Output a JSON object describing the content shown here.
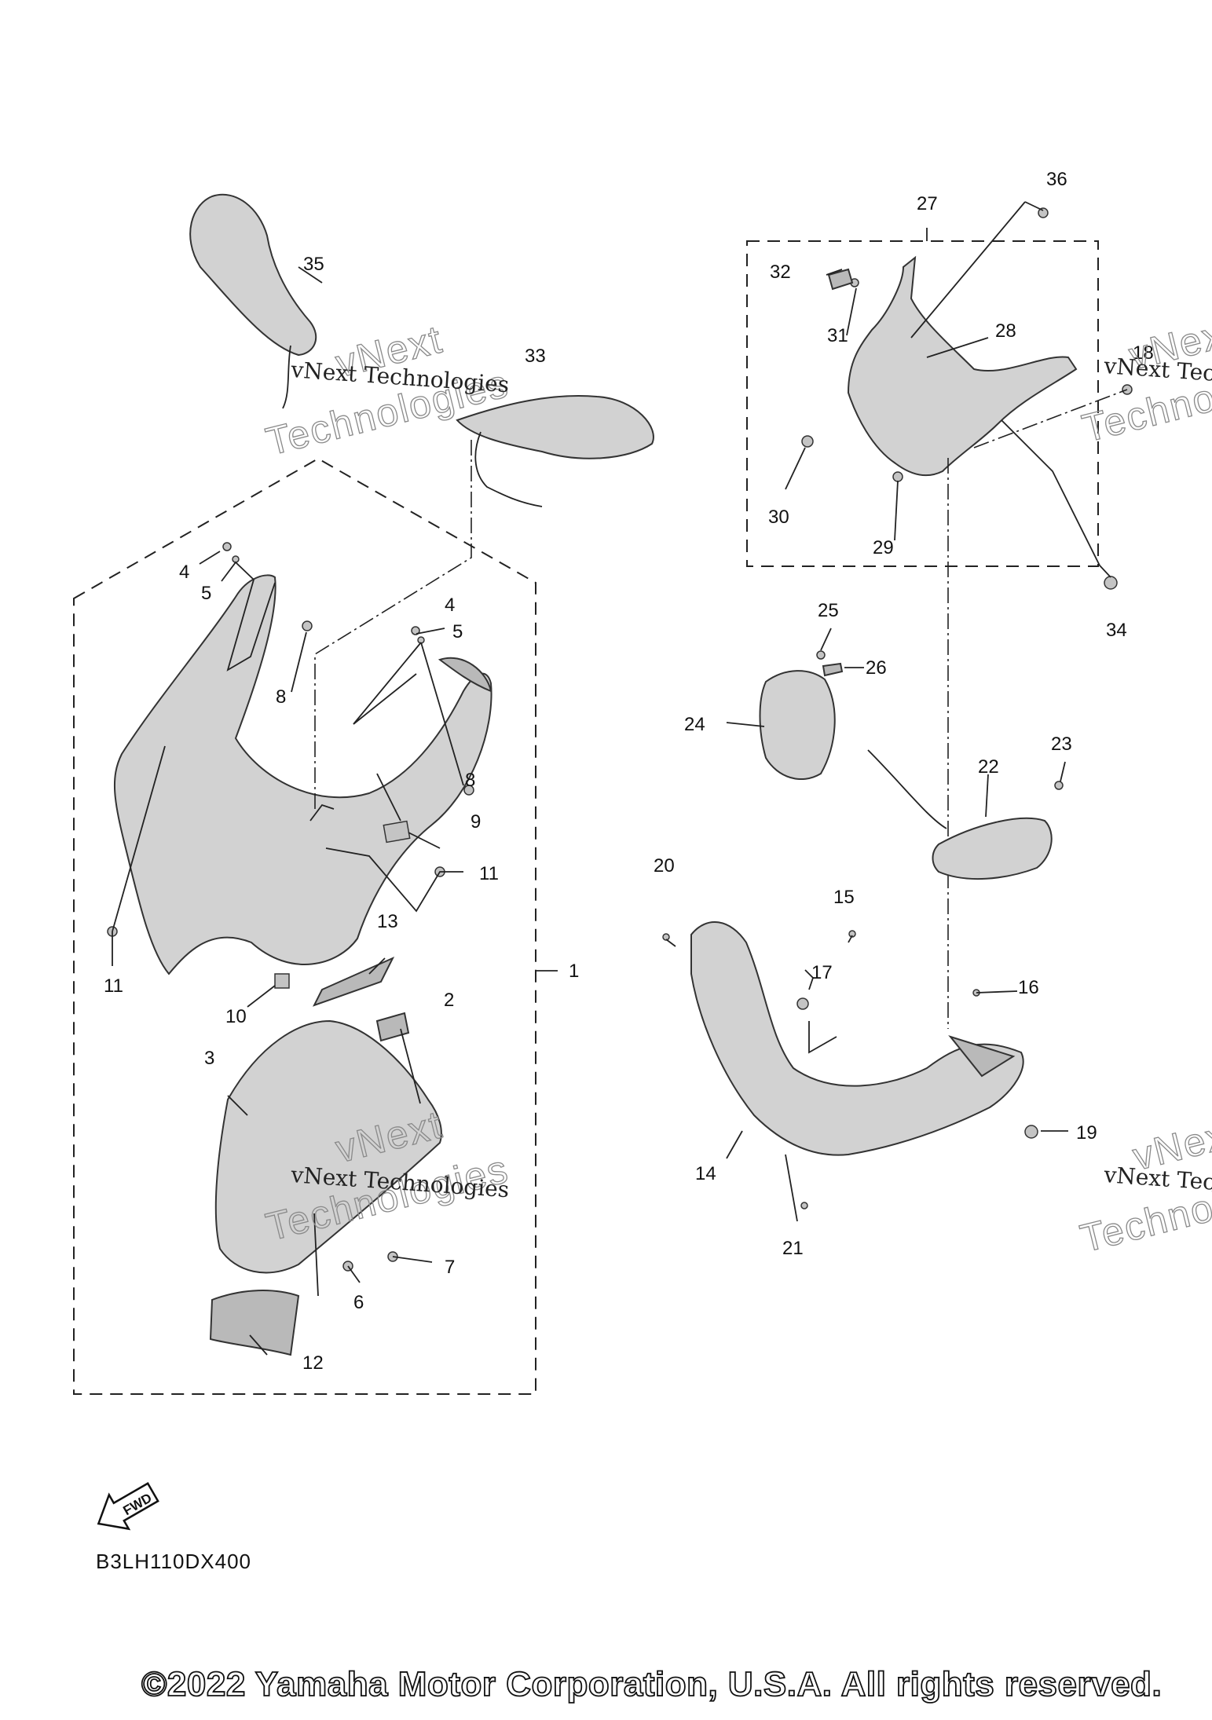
{
  "diagram_code": "B3LH110DX400",
  "fwd_label": "FWD",
  "copyright": "©2022 Yamaha Motor Corporation, U.S.A. All rights reserved.",
  "watermark": {
    "small": "vNext Technologies",
    "big_line1": "vNext",
    "big_line2": "Technologies"
  },
  "callouts": [
    "1",
    "2",
    "3",
    "4",
    "5",
    "6",
    "7",
    "8",
    "9",
    "10",
    "11",
    "12",
    "13",
    "14",
    "15",
    "16",
    "17",
    "18",
    "19",
    "20",
    "21",
    "22",
    "23",
    "24",
    "25",
    "26",
    "27",
    "28",
    "29",
    "30",
    "31",
    "32",
    "33",
    "34",
    "35",
    "36"
  ]
}
